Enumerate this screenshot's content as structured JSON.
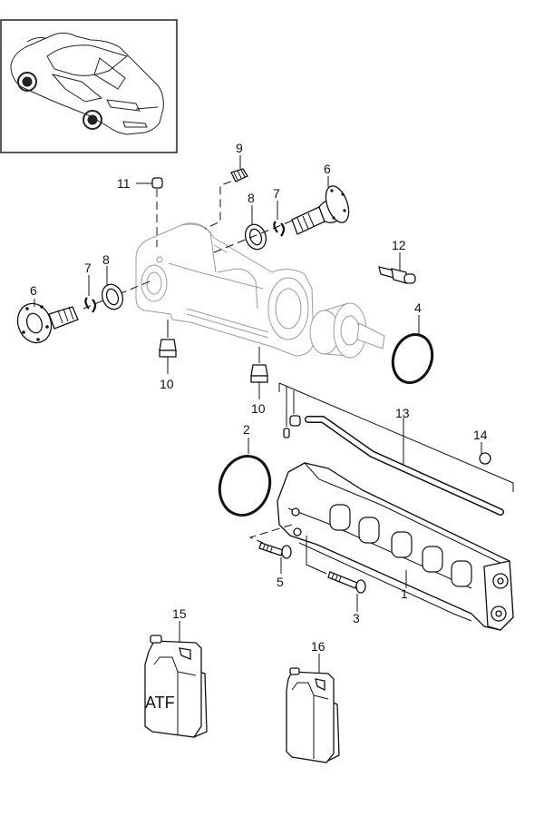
{
  "diagram": {
    "title": "Transmission / final drive assembly exploded parts view",
    "thumbnail": {
      "description": "Vehicle overview (coupe, rear 3/4 view)"
    },
    "callouts": [
      {
        "id": "c1",
        "label": "1",
        "part": "Transmission carrier / support bracket"
      },
      {
        "id": "c2",
        "label": "2",
        "part": "O-ring (large)"
      },
      {
        "id": "c3",
        "label": "3",
        "part": "Bolt"
      },
      {
        "id": "c4",
        "label": "4",
        "part": "O-ring"
      },
      {
        "id": "c5",
        "label": "5",
        "part": "Bolt"
      },
      {
        "id": "c6a",
        "label": "6",
        "part": "Flange shaft (right)"
      },
      {
        "id": "c6b",
        "label": "6",
        "part": "Flange shaft (left)"
      },
      {
        "id": "c7a",
        "label": "7",
        "part": "Circlip (right)"
      },
      {
        "id": "c7b",
        "label": "7",
        "part": "Circlip (left)"
      },
      {
        "id": "c8a",
        "label": "8",
        "part": "Shaft seal (right)"
      },
      {
        "id": "c8b",
        "label": "8",
        "part": "Shaft seal (left)"
      },
      {
        "id": "c9",
        "label": "9",
        "part": "Breather"
      },
      {
        "id": "c10a",
        "label": "10",
        "part": "Plug screw"
      },
      {
        "id": "c10b",
        "label": "10",
        "part": "Plug screw"
      },
      {
        "id": "c11",
        "label": "11",
        "part": "Cap"
      },
      {
        "id": "c12",
        "label": "12",
        "part": "Switch / sensor"
      },
      {
        "id": "c13",
        "label": "13",
        "part": "Vent pipe"
      },
      {
        "id": "c14",
        "label": "14",
        "part": "Cap"
      },
      {
        "id": "c15",
        "label": "15",
        "part": "ATF container"
      },
      {
        "id": "c16",
        "label": "16",
        "part": "Gear oil container"
      }
    ],
    "container_text": {
      "atf": "ATF"
    }
  }
}
